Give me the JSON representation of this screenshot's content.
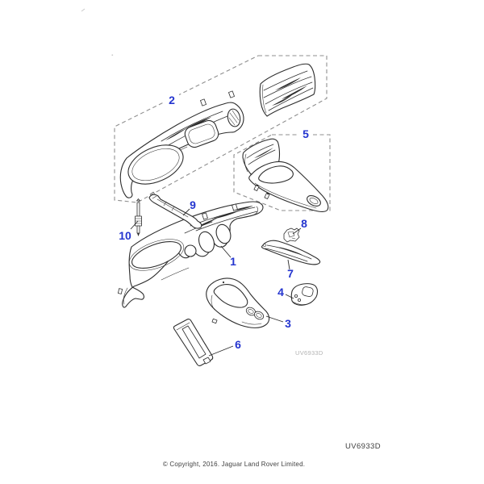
{
  "diagram": {
    "code": "UV6933D",
    "watermark": "UV6933D",
    "copyright": "© Copyright, 2016. Jaguar Land Rover Limited.",
    "callouts": [
      {
        "label": "1"
      },
      {
        "label": "2"
      },
      {
        "label": "3"
      },
      {
        "label": "4"
      },
      {
        "label": "5"
      },
      {
        "label": "6"
      },
      {
        "label": "7"
      },
      {
        "label": "8"
      },
      {
        "label": "9"
      },
      {
        "label": "10"
      }
    ],
    "colors": {
      "callout_blue": "#2435CF",
      "line_art": "#2D2D2D",
      "dash_gray": "#8F8F8F",
      "watermark_gray": "#B3B3B3",
      "footer_text": "#3F3F3F",
      "background": "#FFFFFF"
    }
  }
}
